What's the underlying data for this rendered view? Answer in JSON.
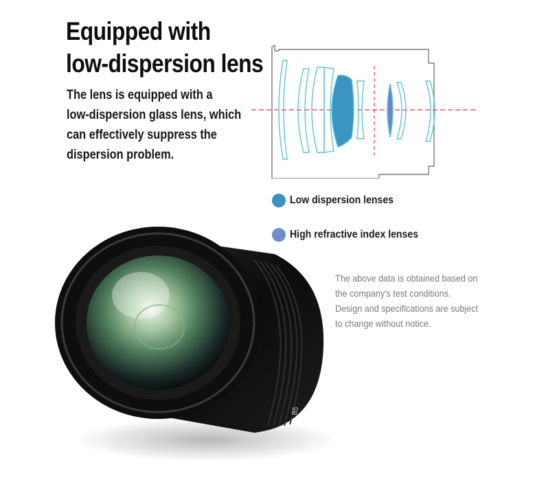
{
  "headline": {
    "line1": "Equipped with",
    "line2": "low-dispersion lens"
  },
  "description": {
    "line1": "The lens is equipped with a",
    "line2": "low-dispersion glass lens, which",
    "line3": "can effectively suppress the",
    "line4": "dispersion problem."
  },
  "legend": [
    {
      "label": "Low dispersion lenses",
      "color": "#3b8fc4"
    },
    {
      "label": "High refractive index lenses",
      "color": "#6f8ccb"
    }
  ],
  "disclaimer": {
    "line1": "The above data is obtained based on",
    "line2": "the company's test conditions.",
    "line3": "Design and specifications are subject",
    "line4": "to change without notice."
  },
  "colors": {
    "diagram_outline": "#7a7a7a",
    "lens_outline": "#5cc4d6",
    "axis_line": "#e0304a",
    "low_dispersion_fill": "#3b95c2",
    "high_refractive_fill": "#6b87c9"
  },
  "lens_marking": "85"
}
